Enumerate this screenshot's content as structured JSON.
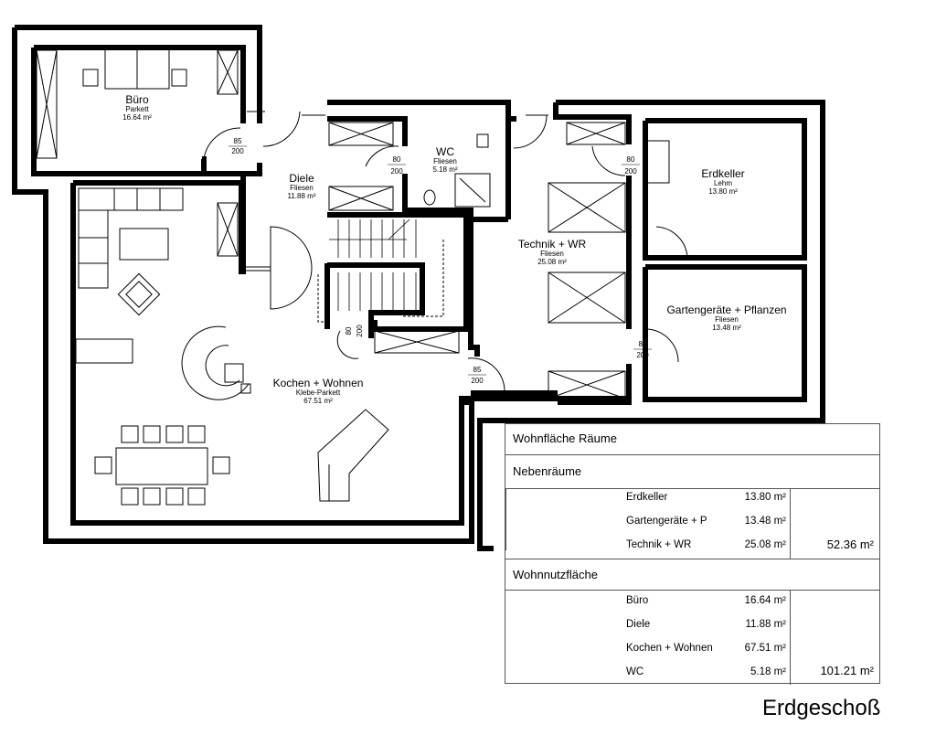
{
  "rooms": {
    "buero": {
      "name": "Büro",
      "material": "Parkett",
      "area": "16.64 m²"
    },
    "diele": {
      "name": "Diele",
      "material": "Fliesen",
      "area": "11.88 m²"
    },
    "wc": {
      "name": "WC",
      "material": "Fliesen",
      "area": "5.18 m²"
    },
    "technik": {
      "name": "Technik + WR",
      "material": "Fliesen",
      "area": "25.08 m²"
    },
    "erdkeller": {
      "name": "Erdkeller",
      "material": "Lehm",
      "area": "13.80 m²"
    },
    "garten": {
      "name": "Gartengeräte + Pflanzen",
      "material": "Fliesen",
      "area": "13.48 m²"
    },
    "kochen": {
      "name": "Kochen + Wohnen",
      "material": "Klebe-Parkett",
      "area": "67.51 m²"
    }
  },
  "doors": {
    "d85": "85",
    "d80": "80",
    "d200": "200"
  },
  "table": {
    "title": "Wohnfläche Räume",
    "neben_title": "Nebenräume",
    "neben_rows": [
      {
        "name": "Erdkeller",
        "value": "13.80 m²"
      },
      {
        "name": "Gartengeräte + P",
        "value": "13.48 m²"
      },
      {
        "name": "Technik + WR",
        "value": "25.08 m²"
      }
    ],
    "neben_total": "52.36 m²",
    "wohn_title": "Wohnnutzfläche",
    "wohn_rows": [
      {
        "name": "Büro",
        "value": "16.64 m²"
      },
      {
        "name": "Diele",
        "value": "11.88 m²"
      },
      {
        "name": "Kochen + Wohnen",
        "value": "67.51 m²"
      },
      {
        "name": "WC",
        "value": "5.18 m²"
      }
    ],
    "wohn_total": "101.21 m²"
  },
  "caption": "Erdgeschoß"
}
